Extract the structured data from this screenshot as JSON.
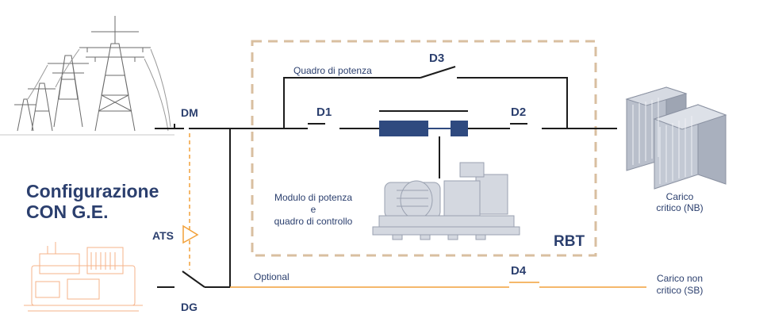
{
  "title": {
    "line1": "Configurazione",
    "line2": "CON G.E."
  },
  "labels": {
    "dm": "DM",
    "dg": "DG",
    "ats": "ATS",
    "d1": "D1",
    "d2": "D2",
    "d3": "D3",
    "d4": "D4",
    "rbt": "RBT",
    "quadro_potenza": "Quadro di potenza",
    "modulo_line1": "Modulo di potenza",
    "modulo_line2": "e",
    "modulo_line3": "quadro di controllo",
    "optional": "Optional",
    "carico_critico_line1": "Carico",
    "carico_critico_line2": "critico (NB)",
    "carico_non_critico_line1": "Carico non",
    "carico_non_critico_line2": "critico (SB)"
  },
  "colors": {
    "navy": "#2b3f6e",
    "block": "#2f4a7f",
    "line": "#1c1c1c",
    "orange": "#f2a13a",
    "dashed_box": "#d9bfa0",
    "ats_dashes": "#f2a13a"
  },
  "icons": {
    "pylons": "power-pylon-icon",
    "generator_orange": "diesel-generator-icon",
    "generator_gray": "generator-module-icon",
    "servers": "server-rack-icon"
  }
}
